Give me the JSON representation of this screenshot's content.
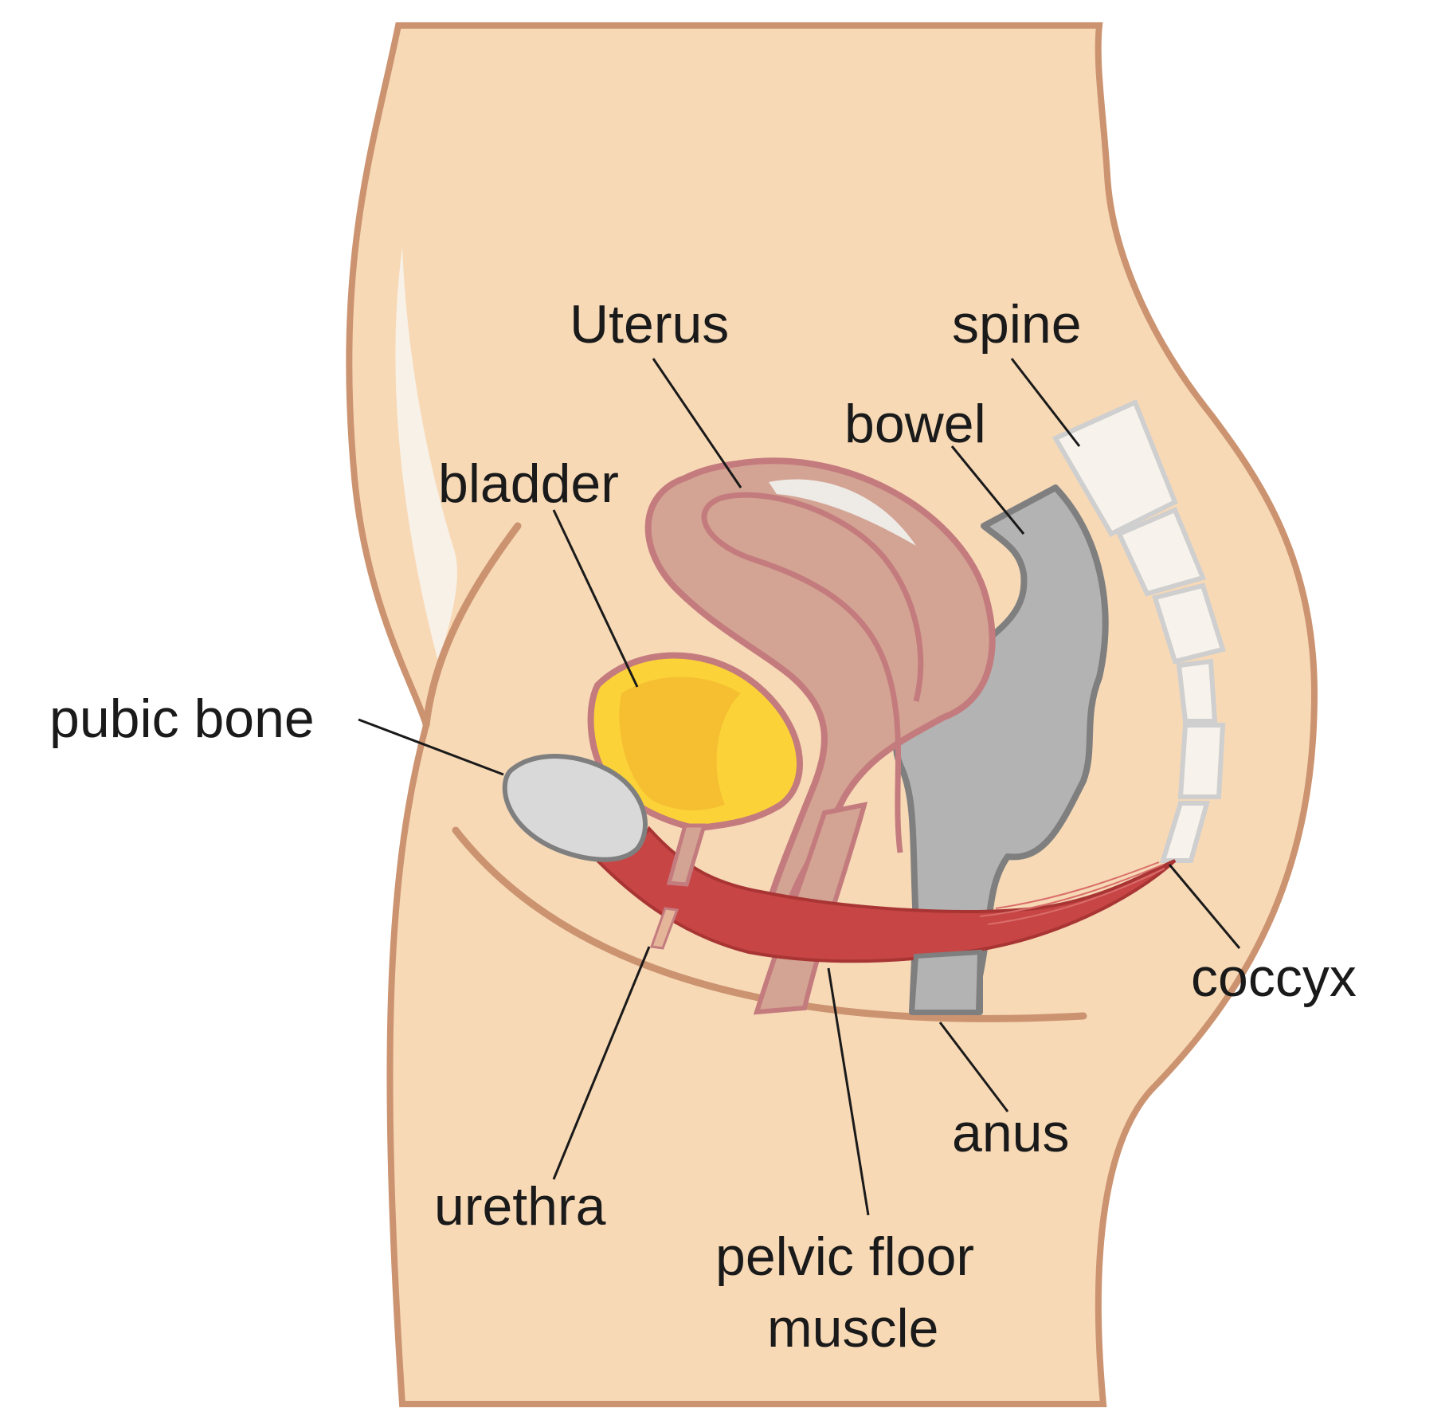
{
  "labels": {
    "uterus": "Uterus",
    "spine": "spine",
    "bowel": "bowel",
    "bladder": "bladder",
    "pubic_bone": "pubic bone",
    "coccyx": "coccyx",
    "anus": "anus",
    "urethra": "urethra",
    "pelvic_floor_line1": "pelvic floor",
    "pelvic_floor_line2": "muscle"
  },
  "colors": {
    "skin": "#f7d9b6",
    "skin_outline": "#cc9370",
    "uterus": "#d3a493",
    "uterus_outline": "#c47b7e",
    "bladder": "#fbd338",
    "bladder_shade": "#f3b730",
    "bowel": "#b3b3b3",
    "bowel_outline": "#7f7f7f",
    "pelvic_floor": "#c74544",
    "pubic_bone": "#d9d9d9",
    "spine": "#f7f3ec",
    "highlight": "#f8f1e8"
  }
}
